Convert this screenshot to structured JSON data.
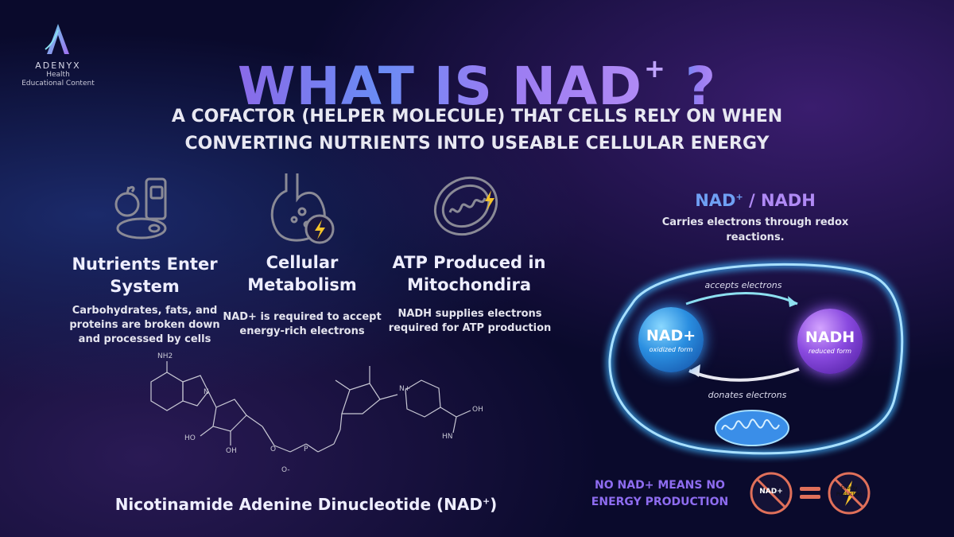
{
  "logo": {
    "brand": "ADENYX",
    "line1": "Health",
    "line2": "Educational Content"
  },
  "title": {
    "main": "WHAT IS NAD",
    "sup": "+",
    "end": " ?"
  },
  "subtitle": {
    "line1": "A COFACTOR (HELPER MOLECULE) THAT CELLS RELY ON WHEN",
    "line2": "CONVERTING NUTRIENTS INTO USEABLE CELLULAR ENERGY"
  },
  "steps": [
    {
      "icon": "nutrients-icon",
      "title": "Nutrients Enter System",
      "desc": "Carbohydrates, fats, and proteins are broken down and processed by cells"
    },
    {
      "icon": "stomach-energy-icon",
      "title": "Cellular Metabolism",
      "desc": "NAD+ is required to accept energy-rich electrons"
    },
    {
      "icon": "mitochondria-energy-icon",
      "title": "ATP Produced in Mitochondira",
      "desc": "NADH supplies electrons required for ATP production"
    }
  ],
  "cycle": {
    "title_a": "NAD",
    "title_sup": "+",
    "title_sep": " / ",
    "title_b": "NADH",
    "desc": "Carries electrons through redox reactions.",
    "top_arrow": "accepts electrons",
    "bottom_arrow": "donates electrons",
    "left": {
      "label": "NAD+",
      "sub": "oxidized form"
    },
    "right": {
      "label": "NADH",
      "sub": "reduced form"
    }
  },
  "warning": {
    "line1": "NO NAD+ MEANS NO",
    "line2": "ENERGY PRODUCTION"
  },
  "equation": {
    "left": "NAD+",
    "right": "Energy Production"
  },
  "molecule": {
    "caption_main": "Nicotinamide Adenine Dinucleotide (NAD",
    "caption_sup": "+",
    "caption_end": ")",
    "labels": [
      "NH2",
      "N",
      "HO",
      "OH",
      "O",
      "P",
      "O-",
      "N+",
      "HN",
      "OH"
    ]
  },
  "colors": {
    "accent_blue": "#6fa0f4",
    "accent_purple": "#b08af5",
    "bolt": "#f5c32a",
    "warning": "#8e6cf0",
    "ban_red": "#e0705a"
  }
}
